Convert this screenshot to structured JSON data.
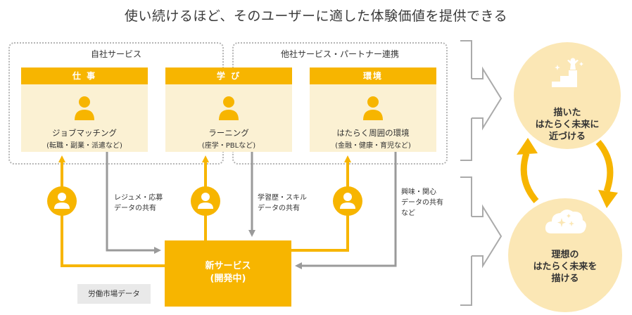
{
  "title": "使い続けるほど、そのユーザーに適した体験価値を提供できる",
  "groups": {
    "own": "自社サービス",
    "partner": "他社サービス・パートナー連携"
  },
  "cards": [
    {
      "head": "仕 事",
      "main": "ジョブマッチング",
      "sub": "(転職・副業・派遣など)"
    },
    {
      "head": "学 び",
      "main": "ラーニング",
      "sub": "(座学・PBLなど)"
    },
    {
      "head": "環境",
      "main": "はたらく周囲の環境",
      "sub": "(金融・健康・育児など)"
    }
  ],
  "flows": [
    {
      "line1": "レジュメ・応募",
      "line2": "データの共有"
    },
    {
      "line1": "学習歴・スキル",
      "line2": "データの共有"
    },
    {
      "line1": "興味・関心",
      "line2": "データの共有",
      "line3": "など"
    }
  ],
  "new_service": {
    "line1": "新サービス",
    "line2": "(開発中)"
  },
  "market_data": "労働市場データ",
  "circles": {
    "top": {
      "line1": "描いた",
      "line2": "はたらく未来に",
      "line3": "近づける"
    },
    "bottom": {
      "line1": "理想の",
      "line2": "はたらく未来を",
      "line3": "描ける"
    }
  },
  "colors": {
    "accent": "#f7b500",
    "card_bg": "#fbf1d3",
    "arrow_gray": "#9a9a9a",
    "circle_bg": "#fbe7b5"
  },
  "icons": [
    "person-icon",
    "stairs-success-icon",
    "dream-cloud-icon",
    "cycle-arrows-icon"
  ]
}
